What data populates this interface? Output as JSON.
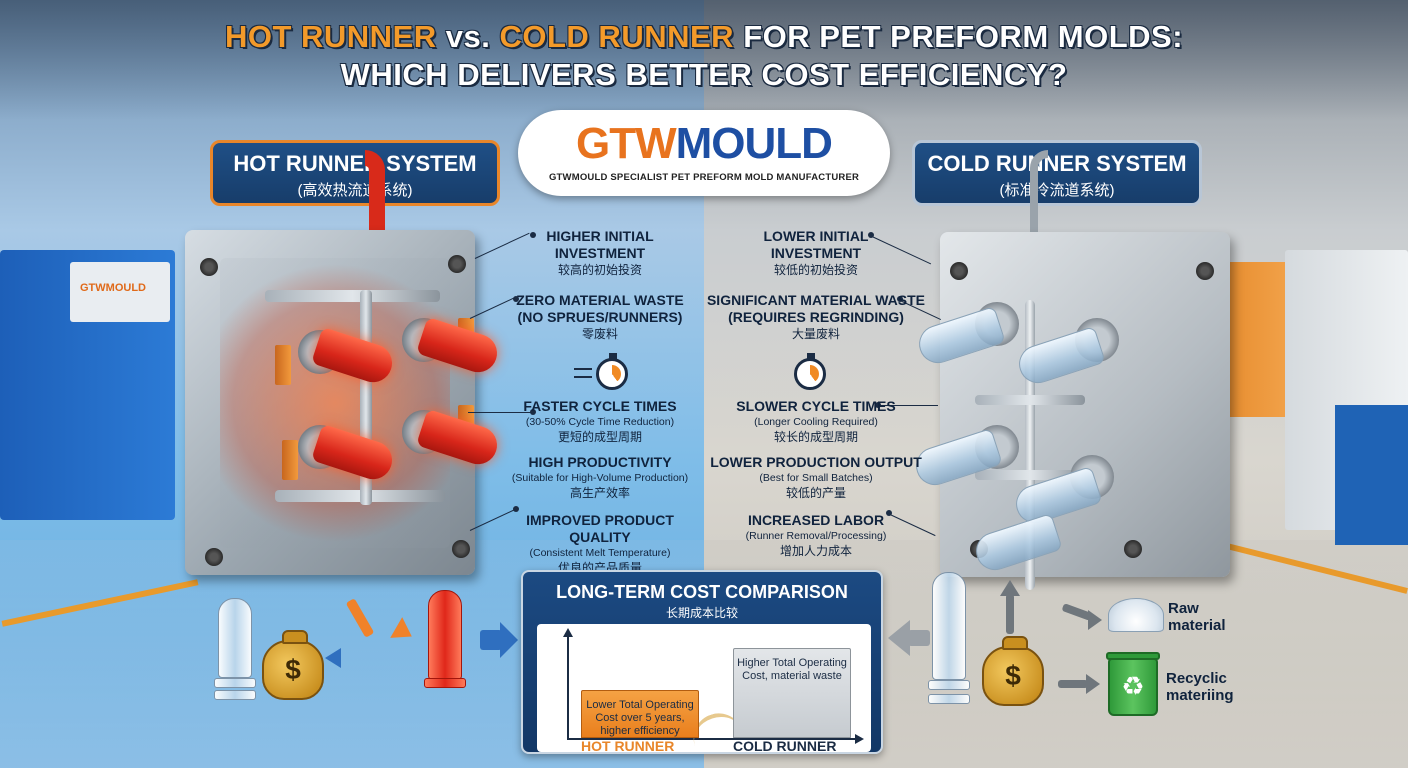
{
  "title": {
    "hot": "HOT RUNNER",
    "vs": "vs.",
    "cold": "COLD RUNNER",
    "rest": "FOR PET PREFORM MOLDS:",
    "line2": "WHICH DELIVERS BETTER COST EFFICIENCY?"
  },
  "logo": {
    "gtw": "GTW",
    "mould": "MOULD",
    "tagline": "GTWMOULD SPECIALIST PET PREFORM MOLD MANUFACTURER"
  },
  "machine_logo": "GTWMOULD",
  "hot_system": {
    "title": "HOT RUNNER SYSTEM",
    "subtitle": "(高效热流道系统)",
    "features": [
      {
        "title": "HIGHER INITIAL INVESTMENT",
        "detail": "",
        "cn": "较高的初始投资"
      },
      {
        "title": "ZERO MATERIAL WASTE",
        "detail": "(NO SPRUES/RUNNERS)",
        "cn": "零废料"
      },
      {
        "title": "FASTER CYCLE TIMES",
        "detail": "(30-50% Cycle Time Reduction)",
        "cn": "更短的成型周期"
      },
      {
        "title": "HIGH PRODUCTIVITY",
        "detail": "(Suitable for High-Volume Production)",
        "cn": "高生产效率"
      },
      {
        "title": "IMPROVED PRODUCT QUALITY",
        "detail": "(Consistent Melt Temperature)",
        "cn": "优良的产品质量"
      }
    ]
  },
  "cold_system": {
    "title": "COLD RUNNER SYSTEM",
    "subtitle": "(标准冷流道系统)",
    "features": [
      {
        "title": "LOWER INITIAL INVESTMENT",
        "detail": "",
        "cn": "较低的初始投资"
      },
      {
        "title": "SIGNIFICANT MATERIAL WASTE (REQUIRES REGRINDING)",
        "detail": "",
        "cn": "大量废料"
      },
      {
        "title": "SLOWER CYCLE TIMES",
        "detail": "(Longer Cooling Required)",
        "cn": "较长的成型周期"
      },
      {
        "title": "LOWER PRODUCTION OUTPUT",
        "detail": "(Best for Small Batches)",
        "cn": "较低的产量"
      },
      {
        "title": "INCREASED LABOR",
        "detail": "(Runner Removal/Processing)",
        "cn": "增加人力成本"
      }
    ]
  },
  "cost_comparison": {
    "title": "LONG-TERM COST COMPARISON",
    "subtitle": "长期成本比较",
    "hot_bar_text": "Lower Total Operating Cost over 5 years, higher efficiency",
    "cold_bar_text": "Higher Total Operating Cost, material waste",
    "hot_label": "HOT RUNNER",
    "cold_label": "COLD RUNNER"
  },
  "chart_data": {
    "type": "bar",
    "title": "LONG-TERM COST COMPARISON",
    "categories": [
      "HOT RUNNER",
      "COLD RUNNER"
    ],
    "values": [
      0.45,
      0.85
    ],
    "value_scale": "relative height fraction of plot",
    "annotations": [
      "Lower Total Operating Cost over 5 years, higher efficiency",
      "Higher Total Operating Cost, material waste"
    ],
    "colors": [
      "#e97f1d",
      "#c6cbd0"
    ]
  },
  "outputs": {
    "raw": "Raw material",
    "recycle": "Recyclic materiing"
  },
  "colors": {
    "accent_orange": "#f39a2a",
    "navy": "#173d6a",
    "hot_red": "#d8261a",
    "logo_blue": "#1e4fa3"
  }
}
